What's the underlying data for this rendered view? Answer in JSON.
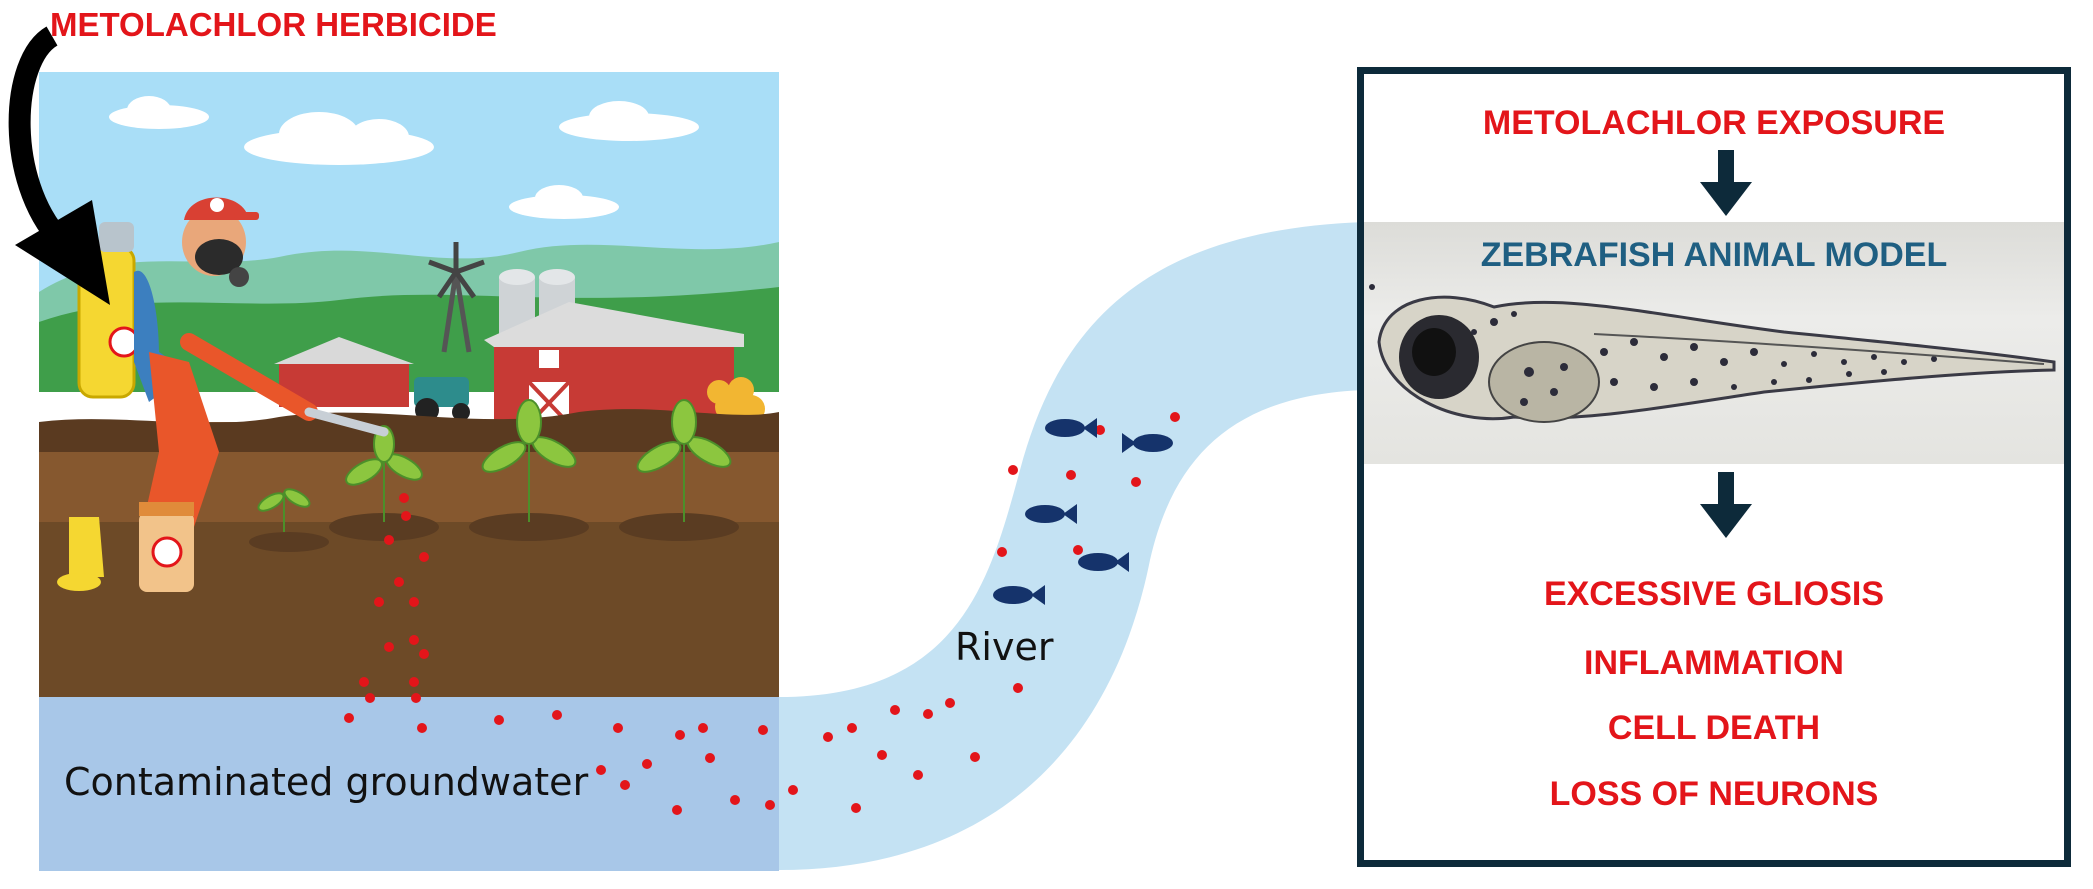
{
  "header": {
    "title": "METOLACHLOR HERBICIDE"
  },
  "left_panel": {
    "groundwater_label": "Contaminated groundwater"
  },
  "river": {
    "label": "River"
  },
  "right_panel": {
    "exposure_label": "METOLACHLOR EXPOSURE",
    "model_label": "ZEBRAFISH ANIMAL MODEL",
    "effects": [
      "EXCESSIVE GLIOSIS",
      "INFLAMMATION",
      "CELL DEATH",
      "LOSS OF NEURONS"
    ]
  },
  "colors": {
    "accent_red": "#e3151a",
    "model_teal": "#1f5f82",
    "river": "#c4e2f3",
    "groundwater": "#a8c7e8",
    "frame": "#0d2a3a"
  }
}
